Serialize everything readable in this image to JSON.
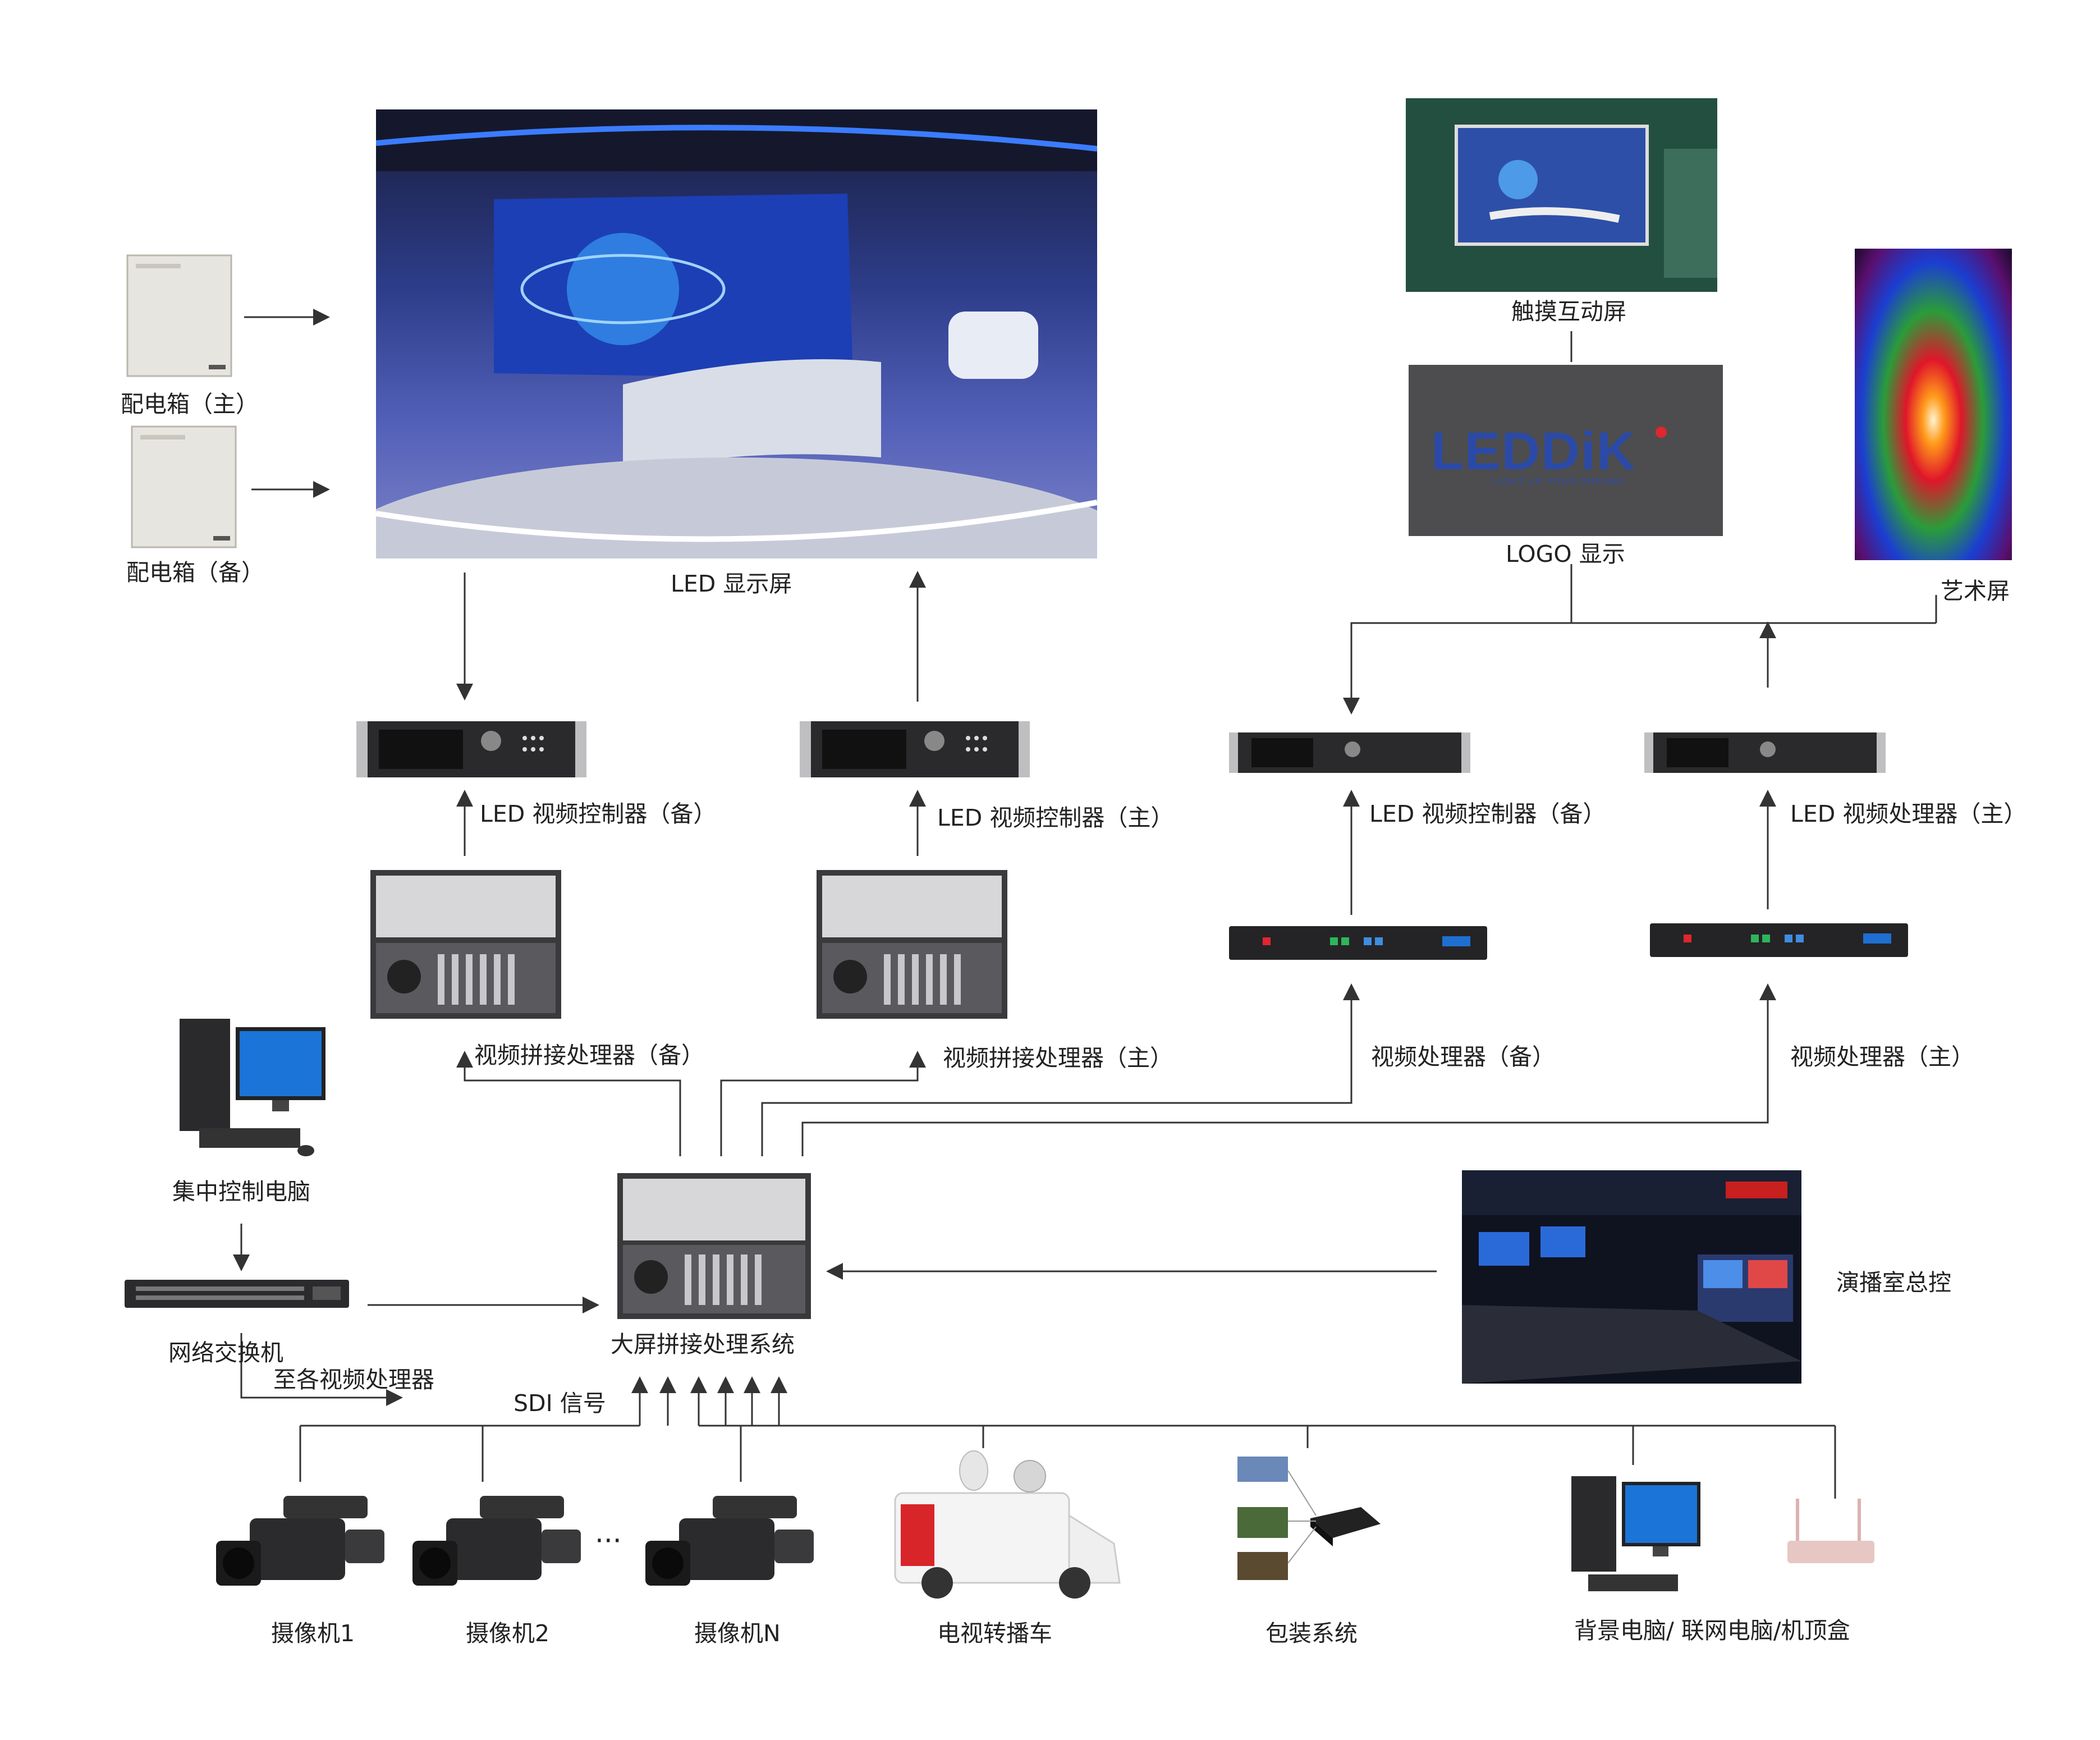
{
  "labels": {
    "power_main": "配电箱（主）",
    "power_backup": "配电箱（备）",
    "led_screen": "LED 显示屏",
    "touch_screen": "触摸互动屏",
    "logo_display": "LOGO 显示",
    "logo_text": "LEDDiK",
    "logo_tagline": "LIGHT UP YOUR DREAMS",
    "art_screen": "艺术屏",
    "led_ctrl_backup": "LED 视频控制器（备）",
    "led_ctrl_main": "LED 视频控制器（主）",
    "led_ctrl_backup_right": "LED 视频控制器（备）",
    "led_proc_main": "LED 视频处理器（主）",
    "splice_backup": "视频拼接处理器（备）",
    "splice_main": "视频拼接处理器（主）",
    "video_proc_backup": "视频处理器（备）",
    "video_proc_main": "视频处理器（主）",
    "central_pc": "集中控制电脑",
    "network_switch": "网络交换机",
    "to_processors": "至各视频处理器",
    "big_screen_system": "大屏拼接处理系统",
    "sdi_signal": "SDI 信号",
    "studio_control": "演播室总控",
    "camera_1": "摄像机1",
    "camera_2": "摄像机2",
    "camera_dots": "···",
    "camera_n": "摄像机N",
    "ob_van": "电视转播车",
    "packaging_system": "包装系统",
    "background_pc": "背景电脑/ 联网电脑/机顶盒"
  },
  "icons": {
    "power_box": "power-distribution-box",
    "camera": "video-camera",
    "computer": "desktop-computer",
    "router": "wifi-router",
    "rack_unit": "rack-processor",
    "controller": "led-controller"
  },
  "colors": {
    "line": "#333333",
    "studio_blue": "#1c3fb5",
    "logo_blue": "#2b4aa8",
    "logo_red": "#e0262e"
  }
}
